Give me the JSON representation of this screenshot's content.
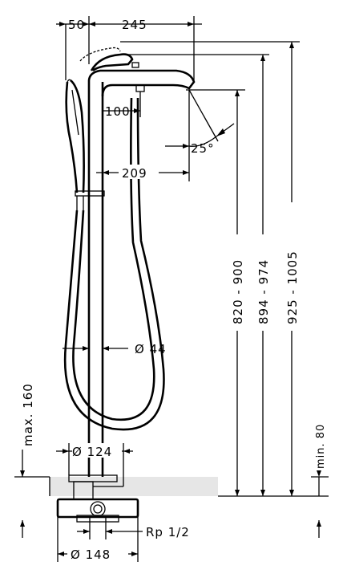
{
  "dimensions": {
    "top_offset": "50",
    "spout_reach": "245",
    "hose_offset": "100",
    "spout_angle": "25°",
    "body_to_spout": "209",
    "height_spout": "820 - 900",
    "height_lever": "894 - 974",
    "height_total": "925 - 1005",
    "body_diameter": "Ø 44",
    "max_depth": "max. 160",
    "min_depth": "min. 80",
    "base_diameter": "Ø 124",
    "connection": "Rp 1/2",
    "flange_diameter": "Ø 148"
  },
  "colors": {
    "line": "#000000",
    "floor": "#e6e6e6"
  }
}
